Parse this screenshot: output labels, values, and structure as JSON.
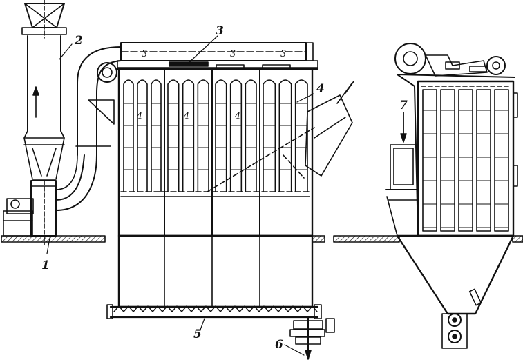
{
  "labels": {
    "l1": "1",
    "l2": "2",
    "l3_top": "3",
    "l3_a": "3",
    "l3_b": "3",
    "l3_c": "3",
    "l4_a": "4",
    "l4_b": "4",
    "l4_c": "4",
    "l4_d": "4",
    "l5": "5",
    "l6": "6",
    "l7": "7"
  }
}
